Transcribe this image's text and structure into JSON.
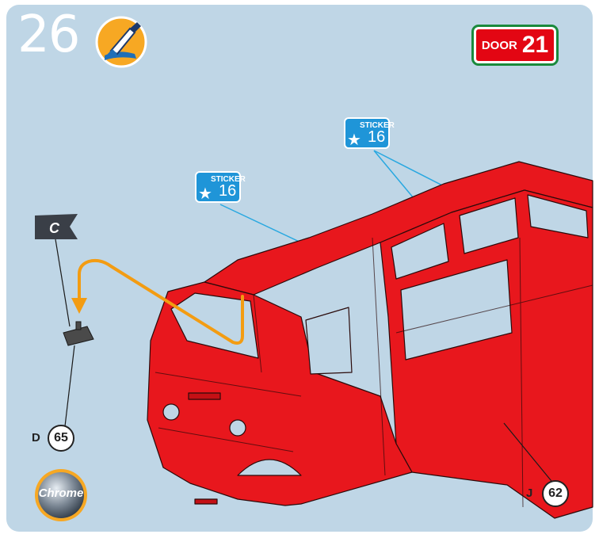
{
  "step": {
    "number": "26",
    "paint_icon": "paintbrush-icon"
  },
  "door_sign": {
    "label": "DOOR",
    "number": "21"
  },
  "stickers": [
    {
      "label": "STICKER",
      "number": "16"
    },
    {
      "label": "STICKER",
      "number": "16"
    }
  ],
  "flag": {
    "letter": "C"
  },
  "parts": {
    "d": {
      "letter": "D",
      "number": "65"
    },
    "j": {
      "letter": "J",
      "number": "62"
    }
  },
  "finish": {
    "label": "Chrome"
  },
  "colors": {
    "background": "#bfd6e6",
    "body_red": "#e8171d",
    "arrow": "#f39c12",
    "sticker_blue": "#1f95d8",
    "door_green": "#1a8a3c"
  }
}
